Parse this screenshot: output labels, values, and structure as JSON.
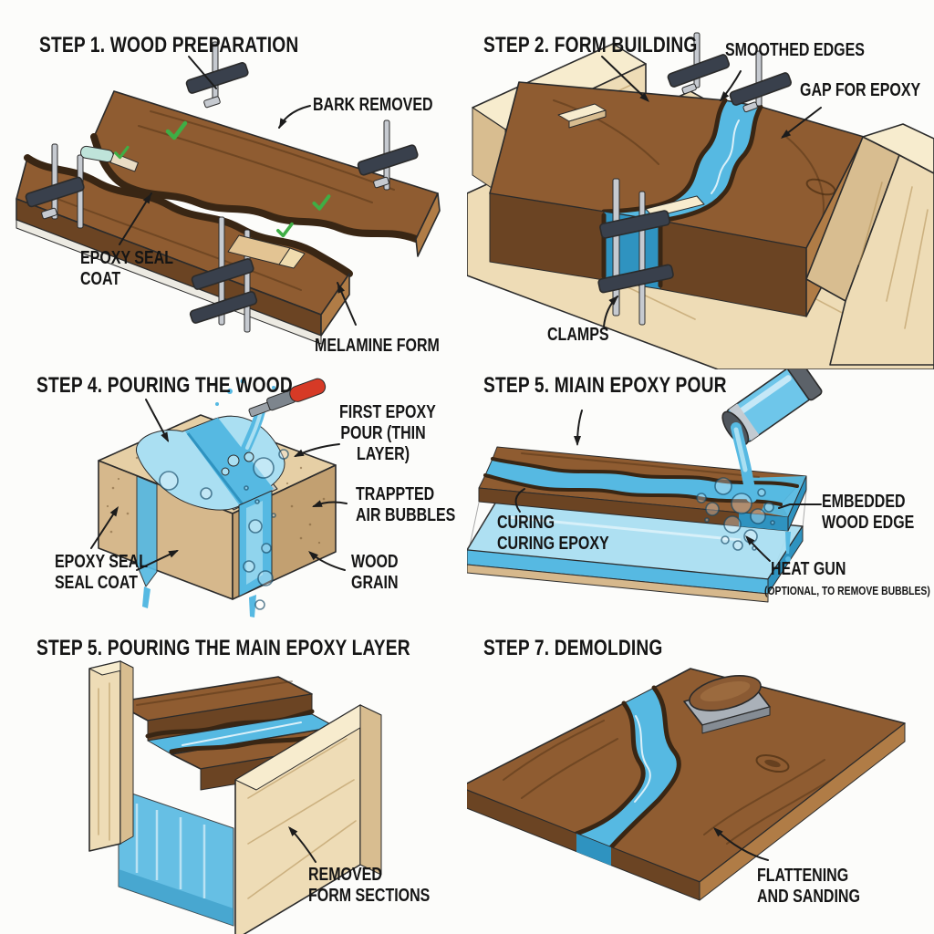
{
  "colors": {
    "bg": "#fcfcfa",
    "text": "#151515",
    "wood": "#8f5c31",
    "wood_light": "#b07c46",
    "wood_dark": "#6b4423",
    "bark": "#392614",
    "epoxy": "#56b9e2",
    "epoxy_light": "#aadff2",
    "epoxy_deep": "#2f93c0",
    "form": "#eedcb6",
    "form_light": "#f7ecce",
    "form_dark": "#d8bd90",
    "tan": "#d6b88c",
    "tan_light": "#e6cfa5",
    "tan_dark": "#c2a071",
    "clamp": "#39404c",
    "metal": "#c6cad0",
    "green": "#3fae45",
    "red": "#d63a26"
  },
  "panels": [
    {
      "title": "STEP 1. WOOD PREPARATION",
      "labels": {
        "bark": {
          "lines": [
            "BARK REMOVED"
          ]
        },
        "seal": {
          "lines": [
            "EPOXY SEAL",
            "COAT"
          ]
        },
        "melamine": {
          "lines": [
            "MELAMINE FORM"
          ]
        }
      }
    },
    {
      "title": "STEP 2. FORM BUILDING",
      "labels": {
        "smoothed": {
          "lines": [
            "SMOOTHED EDGES"
          ]
        },
        "gap": {
          "lines": [
            "GAP FOR EPOXY"
          ]
        },
        "clamps": {
          "lines": [
            "CLAMPS"
          ]
        }
      }
    },
    {
      "title": "STEP 4. POURING THE WOOD",
      "labels": {
        "first_pour": {
          "lines": [
            "FIRST EPOXY",
            "POUR (THIN",
            "LAYER)"
          ]
        },
        "bubbles": {
          "lines": [
            "TRAPPTED",
            "AIR BUBBLES"
          ]
        },
        "seal": {
          "lines": [
            "EPOXY SEAL",
            "SEAL COAT"
          ]
        },
        "grain": {
          "lines": [
            "WOOD",
            "GRAIN"
          ]
        }
      }
    },
    {
      "title": "STEP 5. MIAIN EPOXY POUR",
      "labels": {
        "embedded": {
          "lines": [
            "EMBEDDED",
            "WOOD EDGE"
          ]
        },
        "curing": {
          "lines": [
            "CURING",
            "CURING EPOXY"
          ]
        },
        "heatgun": {
          "lines": [
            "HEAT GUN"
          ]
        },
        "heatgun_note": {
          "lines": [
            "(OPTIONAL, TO REMOVE BUBBLES)"
          ]
        }
      }
    },
    {
      "title": "STEP 5. POURING THE MAIN EPOXY LAYER",
      "labels": {
        "removed": {
          "lines": [
            "REMOVED",
            "FORM SECTIONS"
          ]
        }
      }
    },
    {
      "title": "STEP 7. DEMOLDING",
      "labels": {
        "flatten": {
          "lines": [
            "FLATTENING",
            "AND SANDING"
          ]
        }
      }
    }
  ]
}
